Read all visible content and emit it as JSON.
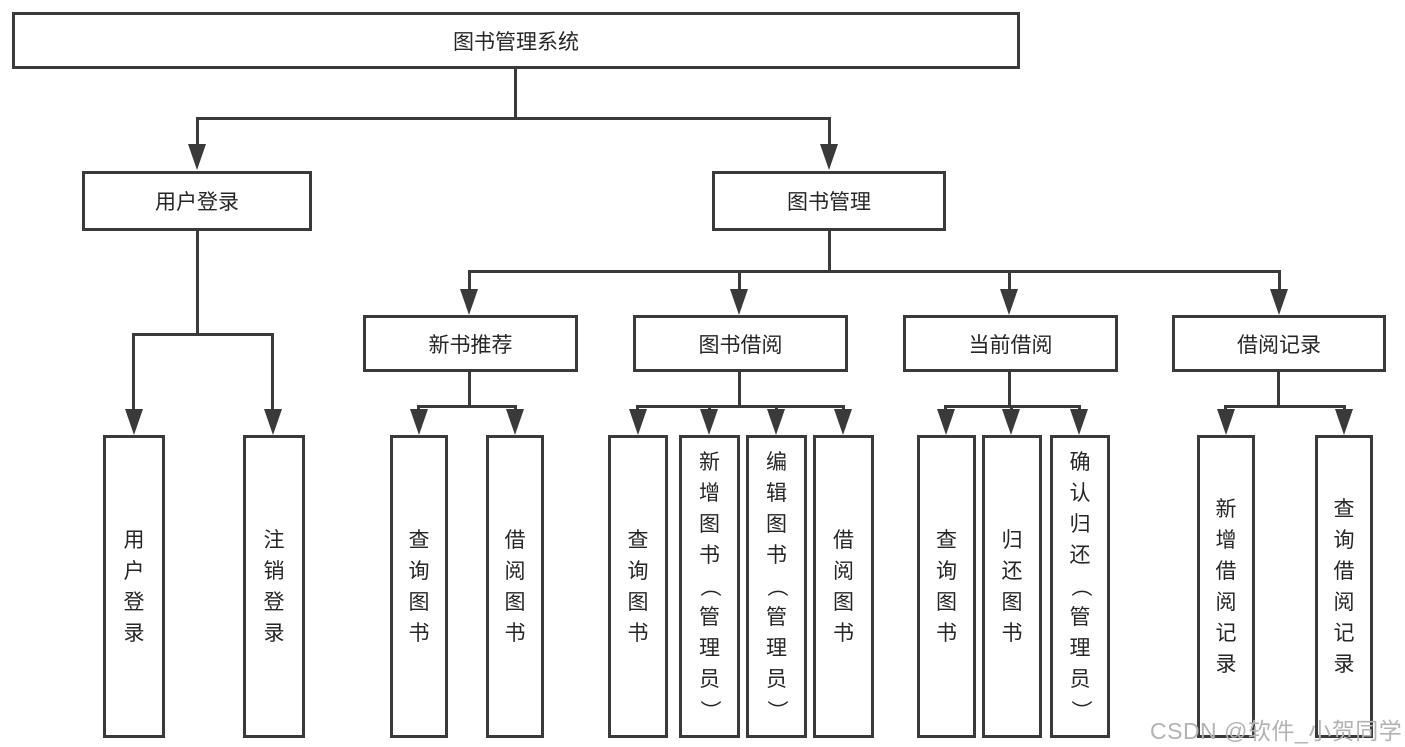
{
  "tree": {
    "label": "图书管理系统",
    "children": [
      {
        "label": "用户登录",
        "children": [
          {
            "label": "用户登录"
          },
          {
            "label": "注销登录"
          }
        ]
      },
      {
        "label": "图书管理",
        "children": [
          {
            "label": "新书推荐",
            "children": [
              {
                "label": "查询图书"
              },
              {
                "label": "借阅图书"
              }
            ]
          },
          {
            "label": "图书借阅",
            "children": [
              {
                "label": "查询图书"
              },
              {
                "label": "新增图书（管理员）"
              },
              {
                "label": "编辑图书（管理员）"
              },
              {
                "label": "借阅图书"
              }
            ]
          },
          {
            "label": "当前借阅",
            "children": [
              {
                "label": "查询图书"
              },
              {
                "label": "归还图书"
              },
              {
                "label": "确认归还（管理员）"
              }
            ]
          },
          {
            "label": "借阅记录",
            "children": [
              {
                "label": "新增借阅记录"
              },
              {
                "label": "查询借阅记录"
              }
            ]
          }
        ]
      }
    ]
  },
  "watermark": {
    "text": "CSDN @软件_小贺同学"
  },
  "colors": {
    "line": "#3a3a3a",
    "text": "#262626",
    "background": "#ffffff",
    "watermark": "#b3b3b3"
  }
}
